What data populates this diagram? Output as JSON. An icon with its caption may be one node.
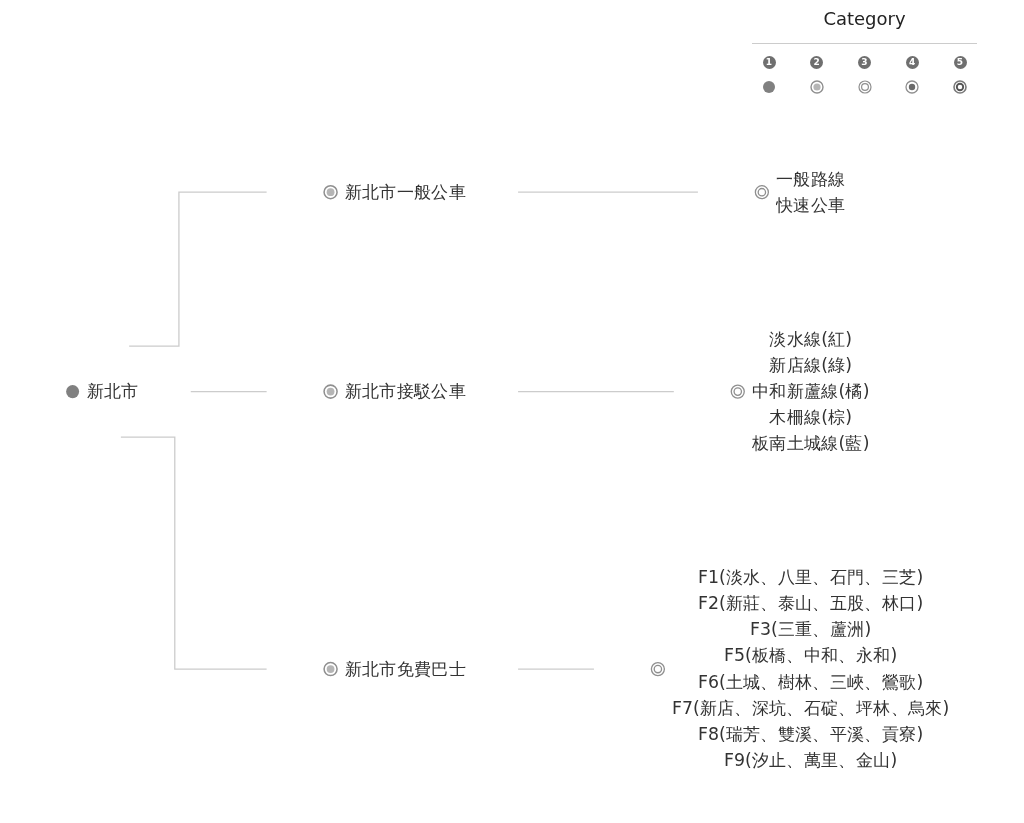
{
  "diagram": {
    "nodes": [
      {
        "text": [
          "新北市"
        ]
      },
      {
        "text": [
          "新北市一般公車"
        ]
      },
      {
        "text": [
          "新北市接駁公車"
        ]
      },
      {
        "text": [
          "新北市免費巴士"
        ]
      },
      {
        "text": [
          "一般路線",
          "快速公車"
        ]
      },
      {
        "text": [
          "淡水線(紅)",
          "新店線(綠)",
          "中和新蘆線(橘)",
          "木柵線(棕)",
          "板南土城線(藍)"
        ]
      },
      {
        "text": [
          "F1(淡水、八里、石門、三芝)",
          "F2(新莊、泰山、五股、林口)",
          "F3(三重、蘆洲)",
          "F5(板橋、中和、永和)",
          "F6(土城、樹林、三峽、鶯歌)",
          "F7(新店、深坑、石碇、坪林、烏來)",
          "F8(瑞芳、雙溪、平溪、貢寮)",
          "F9(汐止、萬里、金山)"
        ]
      }
    ],
    "edges": [
      {
        "from": 0,
        "to": 1,
        "arrow": "none"
      },
      {
        "from": 0,
        "to": 2,
        "arrow": "none"
      },
      {
        "from": 0,
        "to": 3,
        "arrow": "none"
      },
      {
        "from": 1,
        "to": 4,
        "arrow": "none"
      },
      {
        "from": 2,
        "to": 5,
        "arrow": "none"
      },
      {
        "from": 3,
        "to": 6,
        "arrow": "none"
      }
    ],
    "labels": [
      "Category"
    ],
    "legend": [
      {
        "text": "1"
      },
      {
        "text": "2"
      },
      {
        "text": "3"
      },
      {
        "text": "4"
      },
      {
        "text": "5"
      }
    ]
  }
}
